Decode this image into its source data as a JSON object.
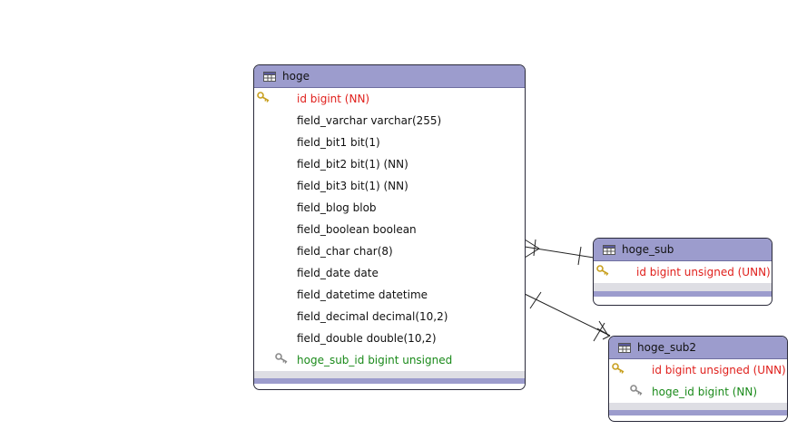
{
  "entities": {
    "hoge": {
      "title": "hoge",
      "columns": [
        {
          "text": "id bigint (NN)",
          "kind": "pk"
        },
        {
          "text": "field_varchar varchar(255)",
          "kind": "plain"
        },
        {
          "text": "field_bit1 bit(1)",
          "kind": "plain"
        },
        {
          "text": "field_bit2 bit(1) (NN)",
          "kind": "plain"
        },
        {
          "text": "field_bit3 bit(1) (NN)",
          "kind": "plain"
        },
        {
          "text": "field_blog blob",
          "kind": "plain"
        },
        {
          "text": "field_boolean boolean",
          "kind": "plain"
        },
        {
          "text": "field_char char(8)",
          "kind": "plain"
        },
        {
          "text": "field_date date",
          "kind": "plain"
        },
        {
          "text": "field_datetime datetime",
          "kind": "plain"
        },
        {
          "text": "field_decimal decimal(10,2)",
          "kind": "plain"
        },
        {
          "text": "field_double double(10,2)",
          "kind": "plain"
        },
        {
          "text": "hoge_sub_id bigint unsigned",
          "kind": "fk"
        }
      ]
    },
    "hoge_sub": {
      "title": "hoge_sub",
      "columns": [
        {
          "text": "id bigint unsigned (UNN)",
          "kind": "pk"
        }
      ]
    },
    "hoge_sub2": {
      "title": "hoge_sub2",
      "columns": [
        {
          "text": "id bigint unsigned (UNN)",
          "kind": "pk"
        },
        {
          "text": "hoge_id bigint (NN)",
          "kind": "fk"
        }
      ]
    }
  },
  "colors": {
    "header": "#9c9ccd",
    "pk_text": "#e0201c",
    "fk_text": "#1a8a1a",
    "plain_text": "#111111",
    "pk_key_icon": "#c8a020",
    "fk_key_icon": "#8a8a8a",
    "line": "#222222"
  }
}
